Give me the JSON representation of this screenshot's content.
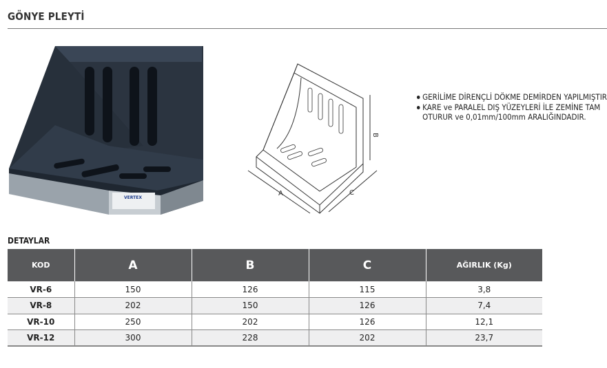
{
  "header": {
    "title": "GÖNYE PLEYTİ"
  },
  "photo": {
    "logo_text": "VERTEX"
  },
  "drawing": {
    "label_a": "A",
    "label_b": "B",
    "label_c": "C"
  },
  "features": [
    "GERİLİME DİRENÇLİ DÖKME DEMİRDEN YAPILMIŞTIR.",
    "KARE ve PARALEL DIŞ YÜZEYLERİ İLE ZEMİNE TAM OTURUR ve 0,01mm/100mm ARALIĞINDADIR."
  ],
  "details": {
    "title": "DETAYLAR",
    "columns": [
      "KOD",
      "A",
      "B",
      "C",
      "AĞIRLIK (Kg)"
    ],
    "rows": [
      [
        "VR-6",
        "150",
        "126",
        "115",
        "3,8"
      ],
      [
        "VR-8",
        "202",
        "150",
        "126",
        "7,4"
      ],
      [
        "VR-10",
        "250",
        "202",
        "126",
        "12,1"
      ],
      [
        "VR-12",
        "300",
        "228",
        "202",
        "23,7"
      ]
    ]
  }
}
